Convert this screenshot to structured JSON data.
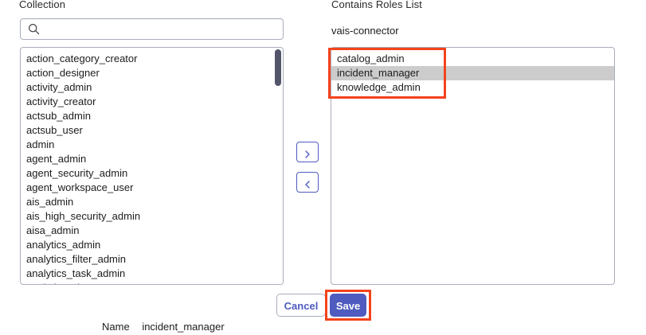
{
  "labels": {
    "collection": "Collection",
    "contains_roles_list": "Contains Roles List"
  },
  "subject": {
    "name": "vais-connector"
  },
  "search": {
    "value": "",
    "placeholder": "",
    "icon": "search-icon"
  },
  "available_roles": {
    "items": [
      "action_category_creator",
      "action_designer",
      "activity_admin",
      "activity_creator",
      "actsub_admin",
      "actsub_user",
      "admin",
      "agent_admin",
      "agent_security_admin",
      "agent_workspace_user",
      "ais_admin",
      "ais_high_security_admin",
      "aisa_admin",
      "analytics_admin",
      "analytics_filter_admin",
      "analytics_task_admin",
      "analytics_viewer"
    ],
    "scrollbar": "visible"
  },
  "selected_roles": {
    "items": [
      {
        "label": "catalog_admin",
        "selected": false
      },
      {
        "label": "incident_manager",
        "selected": true
      },
      {
        "label": "knowledge_admin",
        "selected": false
      }
    ],
    "selection_color": "#cccccc"
  },
  "transfer": {
    "move_right_label": "›",
    "move_left_label": "‹",
    "move_right_icon": "chevron-right-icon",
    "move_left_icon": "chevron-left-icon"
  },
  "footer": {
    "cancel_label": "Cancel",
    "save_label": "Save"
  },
  "detail": {
    "name_key": "Name",
    "name_value": "incident_manager"
  },
  "colors": {
    "accent": "#4f5bbf",
    "annotation": "#f4431c",
    "selection": "#cccccc",
    "border": "#a9aebc",
    "scrollbar_thumb": "#53566b"
  }
}
